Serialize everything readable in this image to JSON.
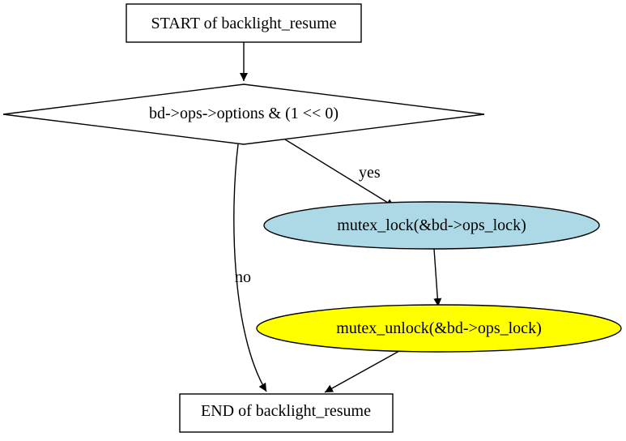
{
  "nodes": {
    "start": {
      "label": "START of backlight_resume"
    },
    "condition": {
      "label": "bd->ops->options & (1 << 0)"
    },
    "mutex_lock": {
      "label": "mutex_lock(&bd->ops_lock)"
    },
    "mutex_unlock": {
      "label": "mutex_unlock(&bd->ops_lock)"
    },
    "end": {
      "label": "END of backlight_resume"
    }
  },
  "edges": {
    "yes": {
      "label": "yes"
    },
    "no": {
      "label": "no"
    }
  },
  "colors": {
    "background": "#ffffff",
    "stroke": "#000000",
    "mutex_lock_fill": "#add8e6",
    "mutex_unlock_fill": "#ffff00"
  }
}
